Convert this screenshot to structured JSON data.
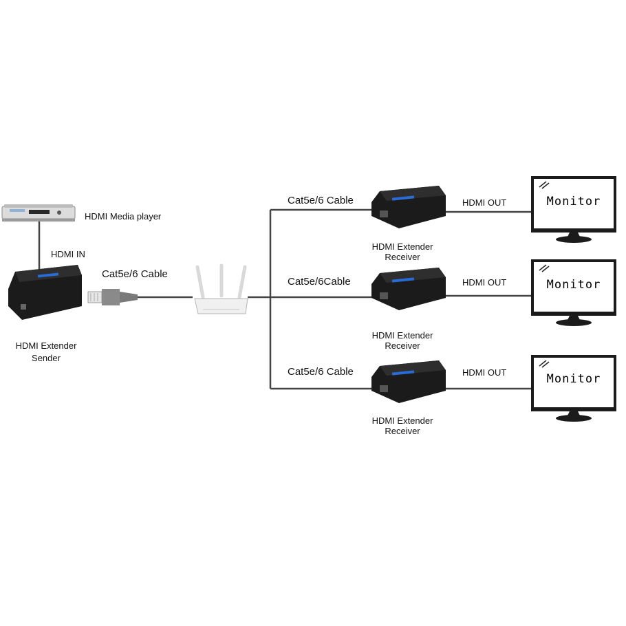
{
  "source": {
    "media_player_label": "HDMI Media player",
    "hdmi_in_label": "HDMI IN",
    "sender_label_line1": "HDMI Extender",
    "sender_label_line2": "Sender",
    "cable_label": "Cat5e/6 Cable"
  },
  "branches": [
    {
      "cable_label": "Cat5e/6 Cable",
      "receiver_line1": "HDMI Extender",
      "receiver_line2": "Receiver",
      "out_label": "HDMI OUT",
      "monitor_label": "Monitor"
    },
    {
      "cable_label": "Cat5e/6Cable",
      "receiver_line1": "HDMI Extender",
      "receiver_line2": "Receiver",
      "out_label": "HDMI OUT",
      "monitor_label": "Monitor"
    },
    {
      "cable_label": "Cat5e/6 Cable",
      "receiver_line1": "HDMI Extender",
      "receiver_line2": "Receiver",
      "out_label": "HDMI OUT",
      "monitor_label": "Monitor"
    }
  ],
  "colors": {
    "line": "#444444",
    "device_body": "#1a1a1a",
    "brand_blue": "#2b6bd6",
    "plug_gray": "#8a8a8a"
  }
}
